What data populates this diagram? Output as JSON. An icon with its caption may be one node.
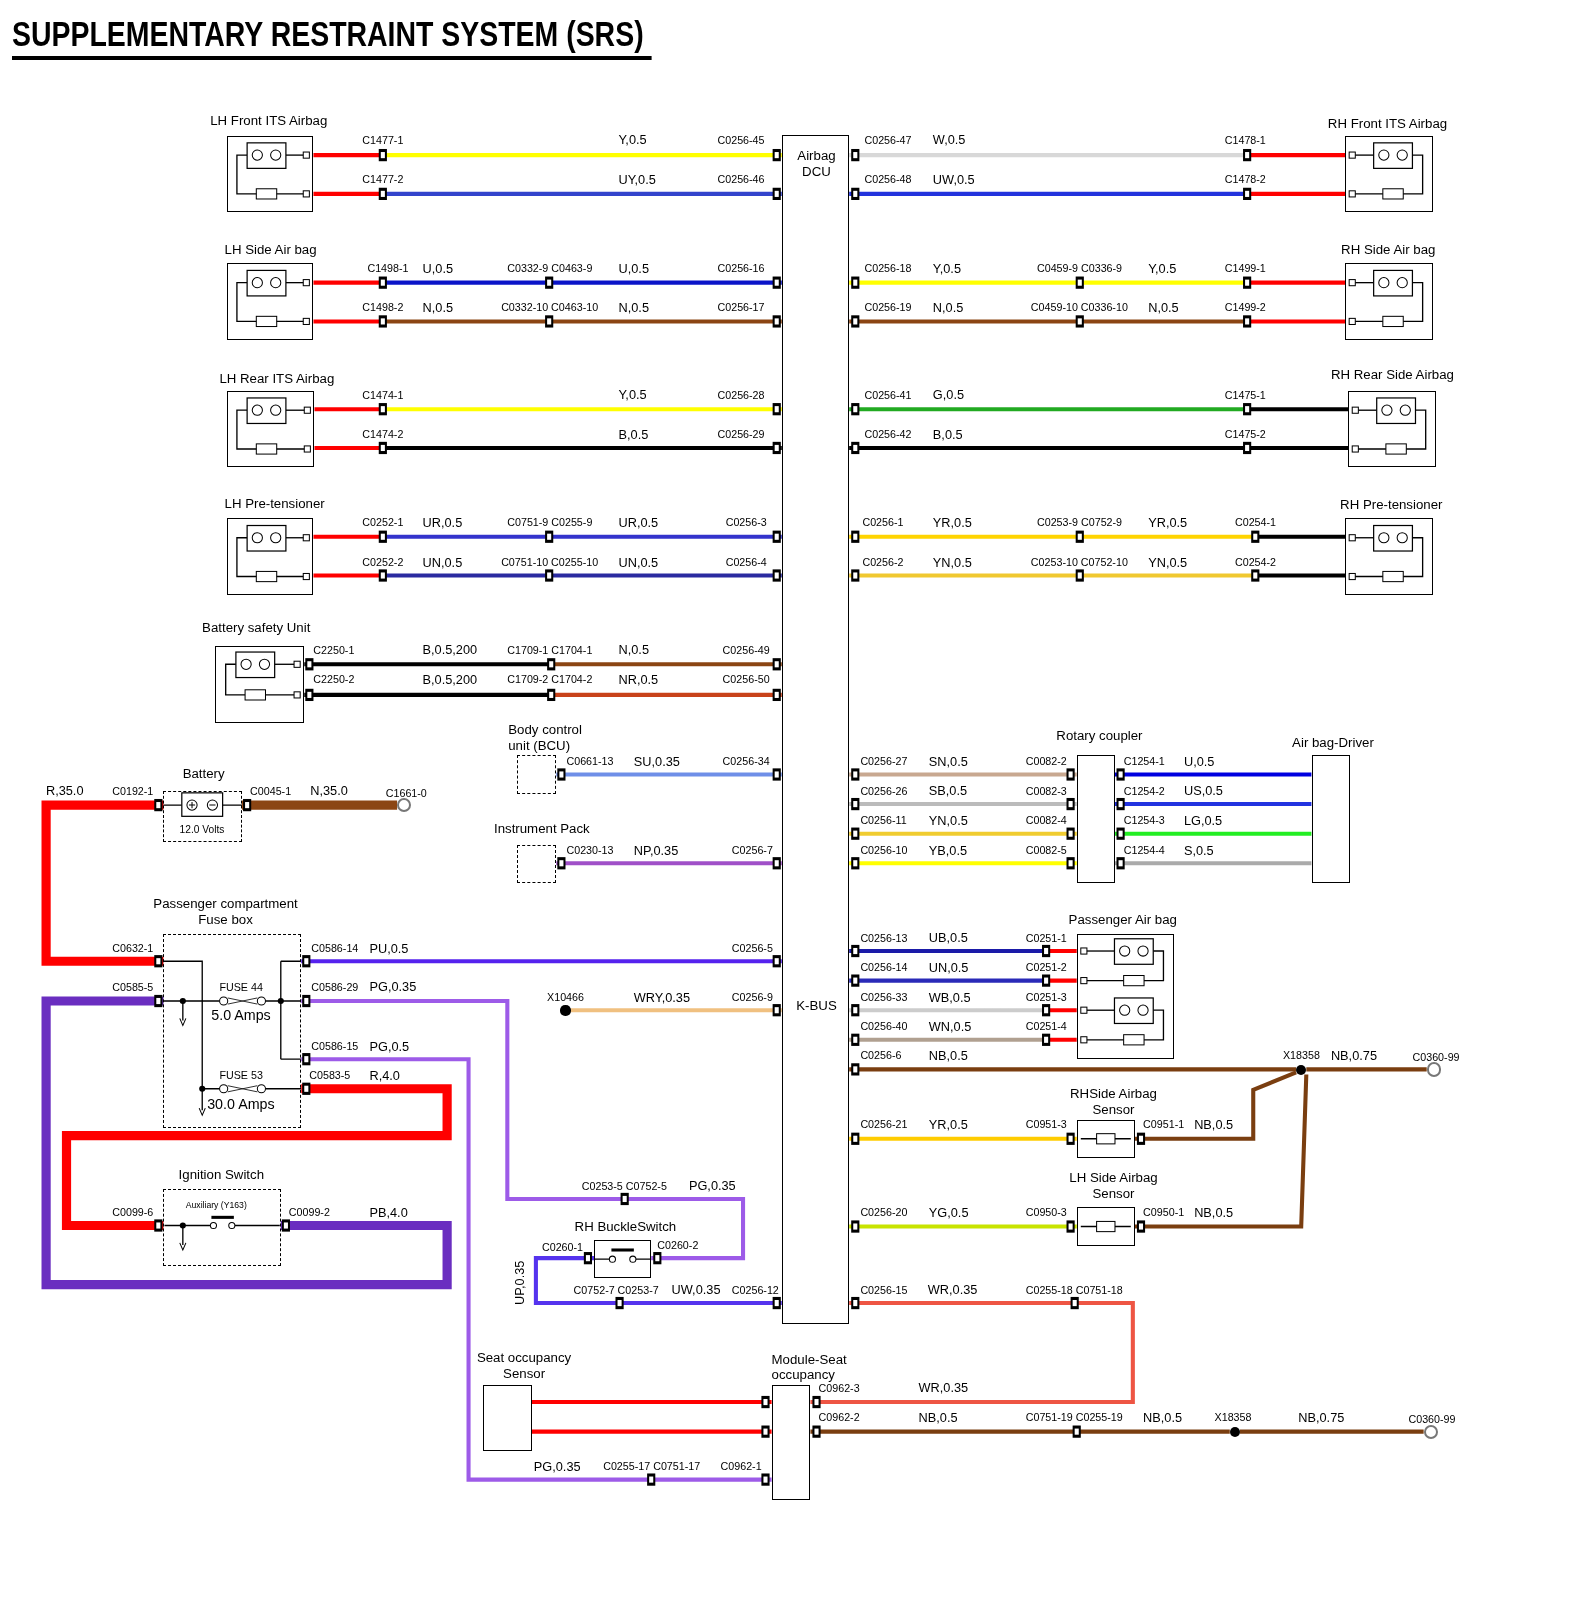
{
  "diagram": {
    "title": "SUPPLEMENTARY RESTRAINT SYSTEM (SRS)",
    "nodes": [
      {
        "text": [
          "LH Front ITS Airbag"
        ]
      },
      {
        "text": [
          "Airbag DCU",
          "K-BUS"
        ]
      },
      {
        "text": [
          "RH Front ITS Airbag"
        ]
      },
      {
        "text": [
          "LH Side Air bag"
        ]
      },
      {
        "text": [
          "RH Side Air bag"
        ]
      },
      {
        "text": [
          "LH Rear ITS Airbag"
        ]
      },
      {
        "text": [
          "RH Rear Side Airbag"
        ]
      },
      {
        "text": [
          "LH Pre-tensioner"
        ]
      },
      {
        "text": [
          "RH Pre-tensioner"
        ]
      },
      {
        "text": [
          "Battery safety Unit"
        ]
      },
      {
        "text": [
          "Body control unit (BCU)"
        ]
      },
      {
        "text": [
          "Rotary coupler"
        ]
      },
      {
        "text": [
          "Air bag-Driver"
        ]
      },
      {
        "text": [
          "Battery",
          "12.0 Volts"
        ]
      },
      {
        "text": [
          "Instrument Pack"
        ]
      },
      {
        "text": [
          "Passenger compartment Fuse box"
        ]
      },
      {
        "text": [
          "Passenger Air bag"
        ]
      },
      {
        "text": [
          "RHSide Airbag Sensor"
        ]
      },
      {
        "text": [
          "LH Side Airbag Sensor"
        ]
      },
      {
        "text": [
          "Ignition Switch",
          "Auxiliary (Y163)"
        ]
      },
      {
        "text": [
          "RH BuckleSwitch"
        ]
      },
      {
        "text": [
          "Seat occupancy Sensor"
        ]
      },
      {
        "text": [
          "Module-Seat occupancy"
        ]
      },
      {
        "text": [],
        "shape": "circle",
        "beside": [
          "C1661-0"
        ]
      },
      {
        "text": [],
        "shape": "circle",
        "beside": [
          "X10466"
        ]
      },
      {
        "text": [],
        "shape": "circle",
        "beside": [
          "X18358"
        ]
      },
      {
        "text": [],
        "shape": "circle",
        "beside": [
          "C0360-99"
        ]
      },
      {
        "text": [],
        "shape": "circle",
        "beside": [
          "X18358"
        ]
      },
      {
        "text": [],
        "shape": "circle",
        "beside": [
          "C0360-99"
        ]
      }
    ],
    "edges": [
      {
        "from": 0,
        "to": 1,
        "arrow": "none",
        "label": "Y,0.5",
        "color": "#ffff00"
      },
      {
        "from": 0,
        "to": 1,
        "arrow": "none",
        "label": "UY,0.5",
        "color": "#3344cc"
      },
      {
        "from": 2,
        "to": 1,
        "arrow": "none",
        "label": "W,0.5",
        "color": "#d8d8d8"
      },
      {
        "from": 2,
        "to": 1,
        "arrow": "none",
        "label": "UW,0.5",
        "color": "#2233dd"
      },
      {
        "from": 3,
        "to": 1,
        "arrow": "none",
        "label": "U,0.5",
        "color": "#0a14c8"
      },
      {
        "from": 3,
        "to": 1,
        "arrow": "none",
        "label": "N,0.5",
        "color": "#8b4513"
      },
      {
        "from": 4,
        "to": 1,
        "arrow": "none",
        "label": "Y,0.5",
        "color": "#ffff00"
      },
      {
        "from": 4,
        "to": 1,
        "arrow": "none",
        "label": "N,0.5",
        "color": "#8b4513"
      },
      {
        "from": 5,
        "to": 1,
        "arrow": "none",
        "label": "Y,0.5",
        "color": "#ffff00"
      },
      {
        "from": 5,
        "to": 1,
        "arrow": "none",
        "label": "B,0.5"
      },
      {
        "from": 6,
        "to": 1,
        "arrow": "none",
        "label": "G,0.5",
        "color": "#22aa22"
      },
      {
        "from": 6,
        "to": 1,
        "arrow": "none",
        "label": "B,0.5"
      },
      {
        "from": 7,
        "to": 1,
        "arrow": "none",
        "label": "UR,0.5",
        "color": "#3333cc"
      },
      {
        "from": 7,
        "to": 1,
        "arrow": "none",
        "label": "UN,0.5",
        "color": "#2a2aa0"
      },
      {
        "from": 8,
        "to": 1,
        "arrow": "none",
        "label": "YR,0.5",
        "color": "#ffd400"
      },
      {
        "from": 8,
        "to": 1,
        "arrow": "none",
        "label": "YN,0.5",
        "color": "#f0c830"
      },
      {
        "from": 9,
        "to": 1,
        "arrow": "none",
        "label": "B,0.5,200",
        "color": "#8b4513"
      },
      {
        "from": 9,
        "to": 1,
        "arrow": "none",
        "label": "B,0.5,200",
        "color": "#c8421a"
      },
      {
        "from": 10,
        "to": 1,
        "arrow": "none",
        "label": "SU,0.35",
        "color": "#6f8fe8"
      },
      {
        "from": 11,
        "to": 1,
        "arrow": "none",
        "label": "SN,0.5",
        "color": "#c8a890"
      },
      {
        "from": 11,
        "to": 1,
        "arrow": "none",
        "label": "SB,0.5",
        "color": "#bbbbbb"
      },
      {
        "from": 11,
        "to": 1,
        "arrow": "none",
        "label": "YN,0.5",
        "color": "#f0cc30"
      },
      {
        "from": 11,
        "to": 1,
        "arrow": "none",
        "label": "YB,0.5",
        "color": "#ffff00"
      },
      {
        "from": 12,
        "to": 11,
        "arrow": "none",
        "label": "U,0.5",
        "color": "#0000e0"
      },
      {
        "from": 12,
        "to": 11,
        "arrow": "none",
        "label": "US,0.5",
        "color": "#2233e0"
      },
      {
        "from": 12,
        "to": 11,
        "arrow": "none",
        "label": "LG,0.5",
        "color": "#22ee22"
      },
      {
        "from": 12,
        "to": 11,
        "arrow": "none",
        "label": "S,0.5",
        "color": "#aaaaaa"
      },
      {
        "from": 13,
        "to": 23,
        "arrow": "none",
        "label": "N,35.0",
        "color": "#8b4513",
        "style": "thick"
      },
      {
        "from": 13,
        "to": 15,
        "arrow": "none",
        "label": "R,35.0",
        "color": "#ff0000",
        "style": "thick"
      },
      {
        "from": 14,
        "to": 1,
        "arrow": "none",
        "label": "NP,0.35",
        "color": "#a050c8"
      },
      {
        "from": 15,
        "to": 1,
        "arrow": "none",
        "label": "PU,0.5",
        "color": "#5522ee"
      },
      {
        "from": 16,
        "to": 1,
        "arrow": "none",
        "label": "UB,0.5",
        "color": "#1a1aa8"
      },
      {
        "from": 16,
        "to": 1,
        "arrow": "none",
        "label": "UN,0.5",
        "color": "#2a2ab8"
      },
      {
        "from": 16,
        "to": 1,
        "arrow": "none",
        "label": "WB,0.5",
        "color": "#cccccc"
      },
      {
        "from": 16,
        "to": 1,
        "arrow": "none",
        "label": "WN,0.5",
        "color": "#b0a090"
      },
      {
        "from": 24,
        "to": 1,
        "arrow": "none",
        "label": "WRY,0.35",
        "color": "#f0c080"
      },
      {
        "from": 1,
        "to": 25,
        "arrow": "none",
        "label": "NB,0.5",
        "color": "#7a3e10"
      },
      {
        "from": 25,
        "to": 26,
        "arrow": "none",
        "label": "NB,0.75",
        "color": "#7a3e10"
      },
      {
        "from": 15,
        "to": 20,
        "arrow": "none",
        "label": "PG,0.35",
        "color": "#9d5be8"
      },
      {
        "from": 15,
        "to": 22,
        "arrow": "none",
        "label": "PG,0.5",
        "color": "#9d5be8"
      },
      {
        "from": 15,
        "to": 19,
        "arrow": "none",
        "label": "R,4.0",
        "color": "#ff0000",
        "style": "thick"
      },
      {
        "from": 19,
        "to": 15,
        "arrow": "none",
        "label": "PB,4.0",
        "color": "#6a2ec0",
        "style": "thick"
      },
      {
        "from": 20,
        "to": 1,
        "arrow": "none",
        "label": "UP,0.35",
        "color": "#5533ee"
      },
      {
        "from": 17,
        "to": 1,
        "arrow": "none",
        "label": "YR,0.5",
        "color": "#ffcc00"
      },
      {
        "from": 17,
        "to": 25,
        "arrow": "none",
        "label": "NB,0.5",
        "color": "#7a3e10"
      },
      {
        "from": 18,
        "to": 1,
        "arrow": "none",
        "label": "YG,0.5",
        "color": "#c8e400"
      },
      {
        "from": 18,
        "to": 25,
        "arrow": "none",
        "label": "NB,0.5",
        "color": "#7a3e10"
      },
      {
        "from": 22,
        "to": 1,
        "arrow": "none",
        "label": "WR,0.35",
        "color": "#ee5544"
      },
      {
        "from": 22,
        "to": 27,
        "arrow": "none",
        "label": "NB,0.5",
        "color": "#7a3e10"
      },
      {
        "from": 27,
        "to": 28,
        "arrow": "none",
        "label": "NB,0.75",
        "color": "#7a3e10"
      },
      {
        "from": 21,
        "to": 22,
        "arrow": "none",
        "color": "#ff0000"
      },
      {
        "from": 21,
        "to": 22,
        "arrow": "none",
        "color": "#ff0000"
      }
    ],
    "labels": [
      "C1477-1",
      "C0256-45",
      "C0256-47",
      "C1478-1",
      "C1477-2",
      "C0256-46",
      "C0256-48",
      "C1478-2",
      "C1498-1",
      "C0332-9 C0463-9",
      "U,0.5",
      "C0256-16",
      "C0256-18",
      "C0459-9 C0336-9",
      "Y,0.5",
      "C1499-1",
      "C1498-2",
      "C0332-10 C0463-10",
      "N,0.5",
      "C0256-17",
      "C0256-19",
      "C0459-10 C0336-10",
      "N,0.5",
      "C1499-2",
      "C1474-1",
      "C0256-28",
      "C0256-41",
      "C1475-1",
      "C1474-2",
      "C0256-29",
      "C0256-42",
      "C1475-2",
      "C0252-1",
      "C0751-9 C0255-9",
      "UR,0.5",
      "C0256-3",
      "C0256-1",
      "C0253-9 C0752-9",
      "YR,0.5",
      "C0254-1",
      "C0252-2",
      "C0751-10 C0255-10",
      "UN,0.5",
      "C0256-4",
      "C0256-2",
      "C0253-10 C0752-10",
      "YN,0.5",
      "C0254-2",
      "C2250-1",
      "C1709-1 C1704-1",
      "N,0.5",
      "C0256-49",
      "C2250-2",
      "C1709-2 C1704-2",
      "NR,0.5",
      "C0256-50",
      "C0661-13",
      "C0256-34",
      "C0256-27",
      "C0082-2",
      "C1254-1",
      "C0192-1",
      "C0045-1",
      "C0256-26",
      "C0082-3",
      "C1254-2",
      "C0256-11",
      "C0082-4",
      "C1254-3",
      "C0230-13",
      "C0256-7",
      "C0256-10",
      "C0082-5",
      "C1254-4",
      "C0256-13",
      "C0251-1",
      "C0632-1",
      "C0586-14",
      "C0256-5",
      "C0256-14",
      "C0251-2",
      "C0585-5",
      "FUSE 44",
      "C0586-29",
      "C0256-9",
      "C0256-33",
      "C0251-3",
      "5.0 Amps",
      "C0256-40",
      "C0251-4",
      "C0586-15",
      "C0256-6",
      "FUSE 53",
      "C0583-5",
      "30.0 Amps",
      "C0256-21",
      "C0951-3",
      "C0951-1",
      "C0253-5 C0752-5",
      "PG,0.35",
      "C0099-6",
      "C0099-2",
      "C0256-20",
      "C0950-3",
      "C0950-1",
      "C0260-1",
      "C0260-2",
      "C0752-7 C0253-7",
      "UW,0.35",
      "C0256-12",
      "C0256-15",
      "C0255-18 C0751-18",
      "C0962-3",
      "WR,0.35",
      "C0962-2",
      "C0751-19 C0255-19",
      "NB,0.5",
      "PG,0.35",
      "C0255-17 C0751-17",
      "C0962-1"
    ]
  }
}
